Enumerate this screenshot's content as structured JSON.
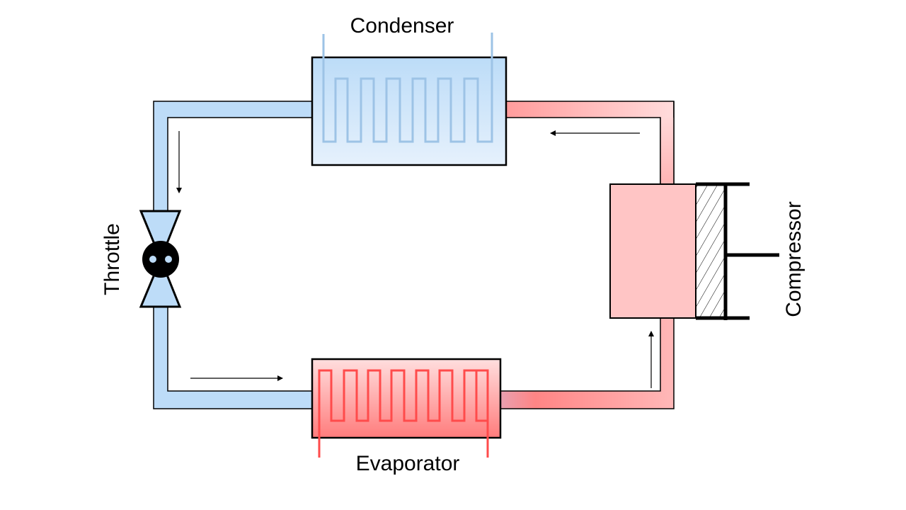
{
  "diagram": {
    "title": "Vapor-compression refrigeration cycle",
    "components": {
      "condenser": {
        "label": "Condenser"
      },
      "evaporator": {
        "label": "Evaporator"
      },
      "throttle": {
        "label": "Throttle"
      },
      "compressor": {
        "label": "Compressor"
      }
    },
    "flow_direction": [
      "compressor",
      "condenser",
      "throttle",
      "evaporator",
      "compressor"
    ],
    "colors": {
      "cold": "#bddcf8",
      "cold_light": "#e4f0fc",
      "coil_cold": "#9dc3e6",
      "hot": "#ff8585",
      "hot_light": "#ffe0e0",
      "coil_hot": "#ff4b4b",
      "compressor_body": "#ffc5c5",
      "outline": "#000000"
    }
  }
}
